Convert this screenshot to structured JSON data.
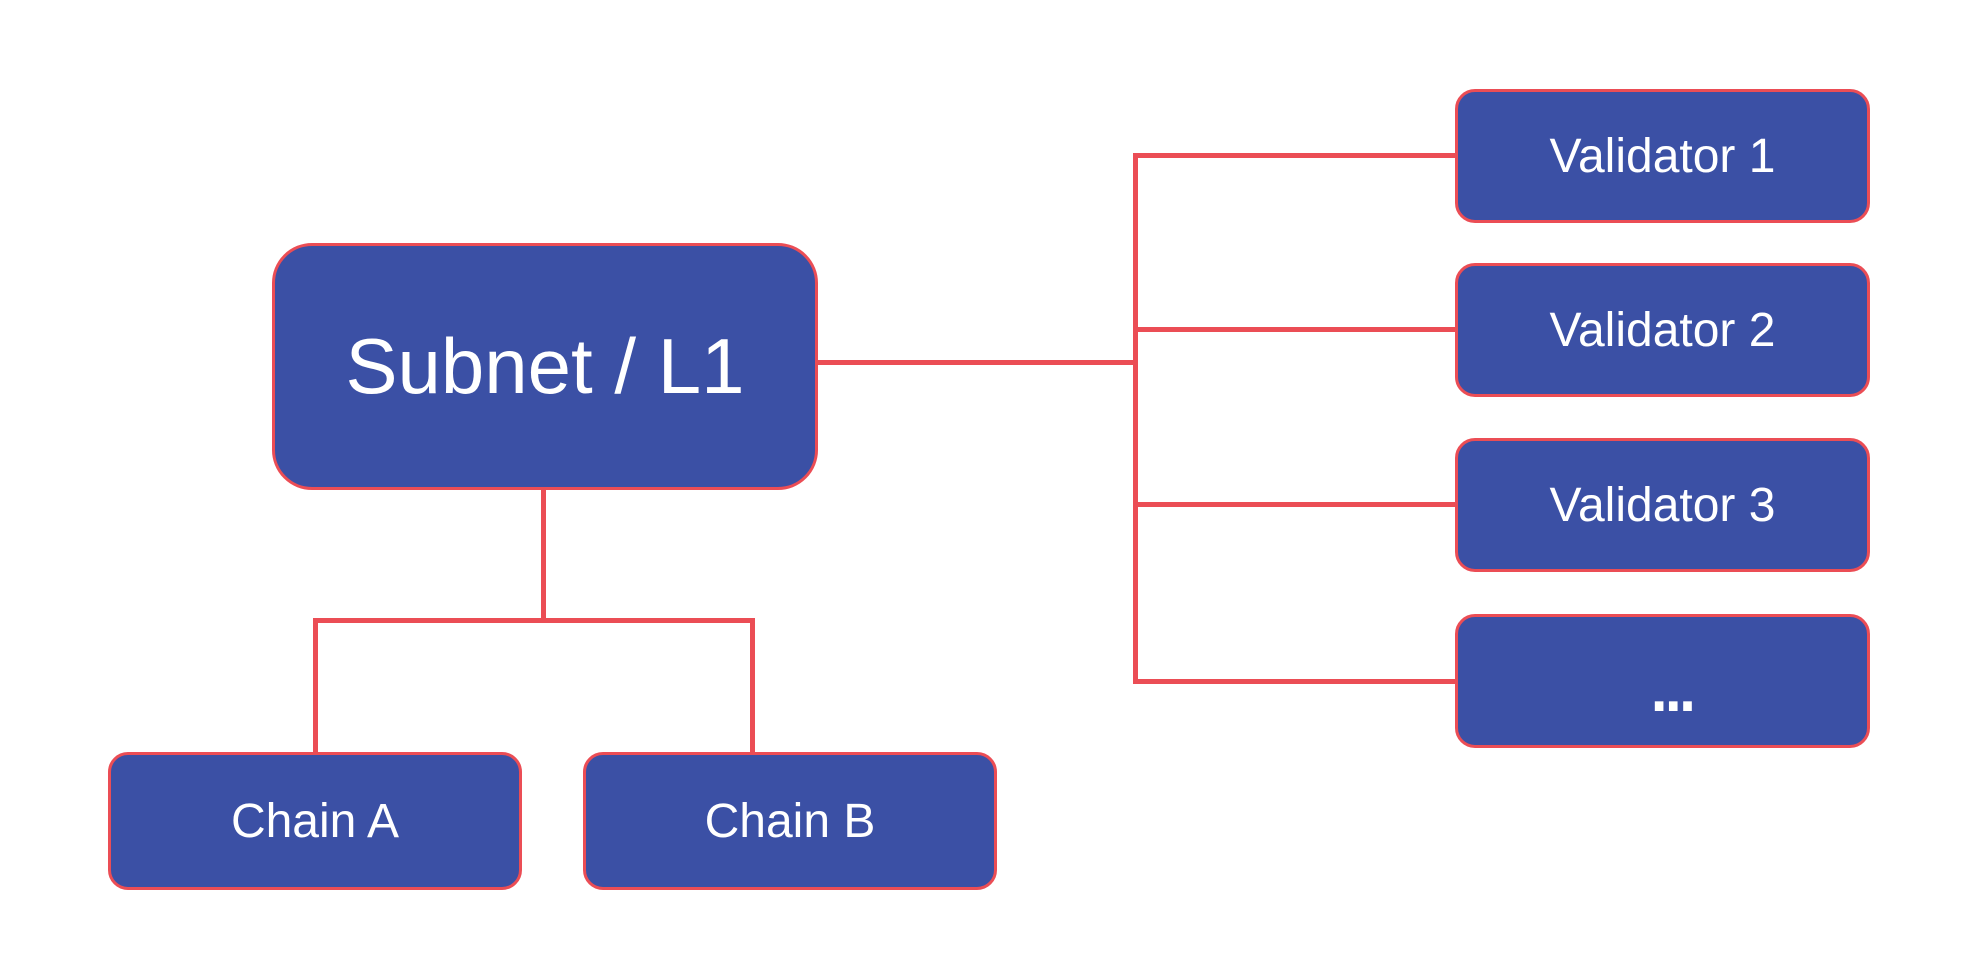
{
  "diagram": {
    "colors": {
      "background": "#FFFFFF",
      "node_fill": "#3B50A5",
      "node_border": "#EB4D55",
      "edge": "#EB4D55",
      "label": "#FFFFFF"
    },
    "nodes": {
      "subnet": {
        "label": "Subnet / L1"
      },
      "chain_a": {
        "label": "Chain A"
      },
      "chain_b": {
        "label": "Chain B"
      },
      "validator_1": {
        "label": "Validator 1"
      },
      "validator_2": {
        "label": "Validator 2"
      },
      "validator_3": {
        "label": "Validator 3"
      },
      "validator_more": {
        "label": "..."
      }
    }
  }
}
